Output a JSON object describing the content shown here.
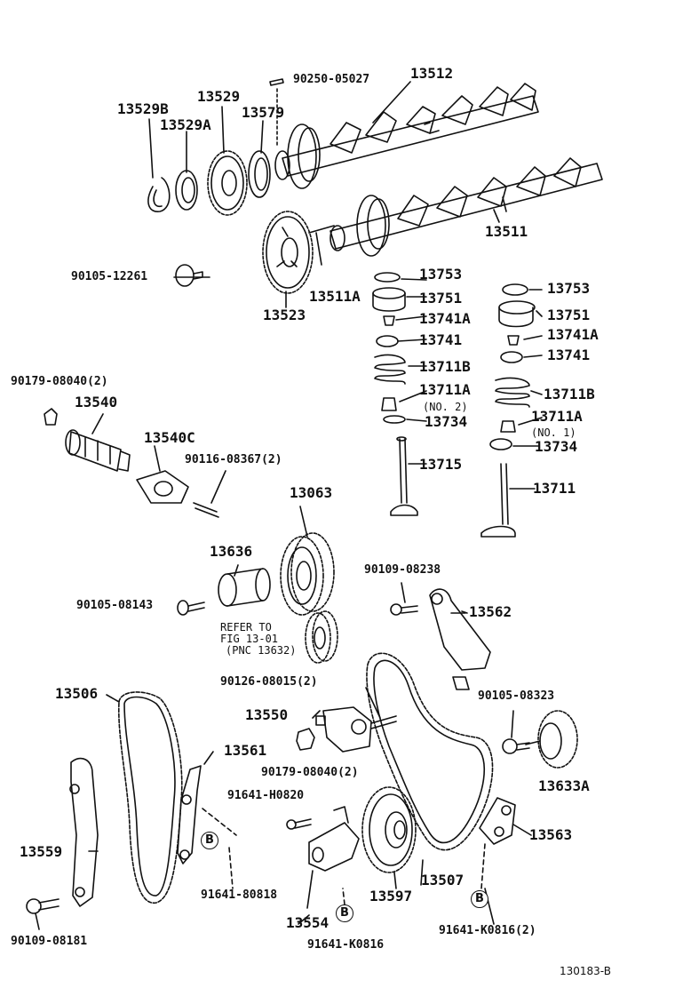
{
  "diagram": {
    "footer_code": "130183-B",
    "callout_letter": "B",
    "labels": {
      "p90250_05027": "90250-05027",
      "p13512": "13512",
      "p13529": "13529",
      "p13529B": "13529B",
      "p13529A": "13529A",
      "p13579": "13579",
      "p13511": "13511",
      "p90105_12261": "90105-12261",
      "p13511A": "13511A",
      "p13523": "13523",
      "p13753_a": "13753",
      "p13751_a": "13751",
      "p13741A_a": "13741A",
      "p13741_a": "13741",
      "p13711B_a": "13711B",
      "p13711A_a": "13711A",
      "p13711A_a_note": "(NO. 2)",
      "p13734_a": "13734",
      "p13715": "13715",
      "p13753_b": "13753",
      "p13751_b": "13751",
      "p13741A_b": "13741A",
      "p13741_b": "13741",
      "p13711B_b": "13711B",
      "p13711A_b": "13711A",
      "p13711A_b_note": "(NO. 1)",
      "p13734_b": "13734",
      "p13711": "13711",
      "p90179_08040_a": "90179-08040(2)",
      "p13540": "13540",
      "p13540C": "13540C",
      "p90116_08367": "90116-08367(2)",
      "p13063": "13063",
      "p13636": "13636",
      "p90105_08143": "90105-08143",
      "refer_line1": "REFER TO",
      "refer_line2": "FIG 13-01",
      "refer_line3": "(PNC 13632)",
      "p90109_08238": "90109-08238",
      "p13562": "13562",
      "p90126_08015": "90126-08015(2)",
      "p13506": "13506",
      "p13550": "13550",
      "p90105_08323": "90105-08323",
      "p13561": "13561",
      "p90179_08040_b": "90179-08040(2)",
      "p13633A": "13633A",
      "p91641_H0820": "91641-H0820",
      "p13563": "13563",
      "p13559": "13559",
      "p91641_80818": "91641-80818",
      "p13507": "13507",
      "p13597": "13597",
      "p13554": "13554",
      "p90109_08181": "90109-08181",
      "p91641_K0816_a": "91641-K0816",
      "p91641_K0816_b": "91641-K0816(2)"
    }
  }
}
